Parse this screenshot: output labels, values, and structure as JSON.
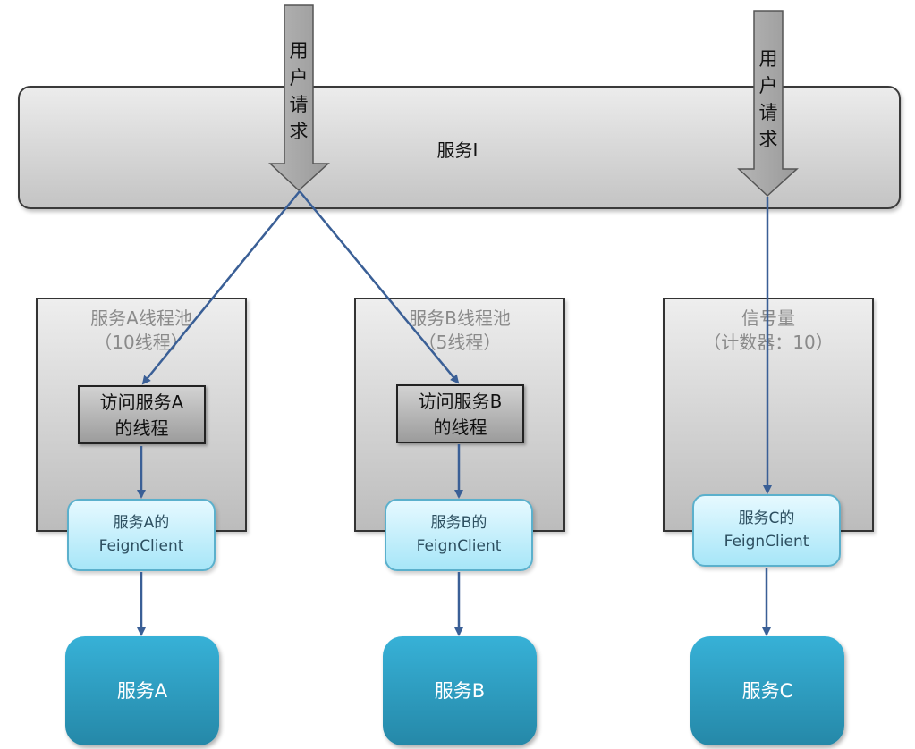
{
  "service_i": {
    "label": "服务I"
  },
  "user_requests": [
    {
      "label_chars": [
        "用",
        "户",
        "请",
        "求"
      ]
    },
    {
      "label_chars": [
        "用",
        "户",
        "请",
        "求"
      ]
    }
  ],
  "pools": [
    {
      "title_line1": "服务A线程池",
      "title_line2": "（10线程）",
      "thread_line1": "访问服务A",
      "thread_line2": "的线程"
    },
    {
      "title_line1": "服务B线程池",
      "title_line2": "（5线程）",
      "thread_line1": "访问服务B",
      "thread_line2": "的线程"
    },
    {
      "title_line1": "信号量",
      "title_line2": "（计数器：10）"
    }
  ],
  "feign_clients": [
    {
      "line1": "服务A的",
      "line2": "FeignClient"
    },
    {
      "line1": "服务B的",
      "line2": "FeignClient"
    },
    {
      "line1": "服务C的",
      "line2": "FeignClient"
    }
  ],
  "services": [
    {
      "label": "服务A"
    },
    {
      "label": "服务B"
    },
    {
      "label": "服务C"
    }
  ],
  "colors": {
    "connector": "#3a5f96",
    "service_fill": "#2f9fc4",
    "feign_fill": "#c6f0fb"
  }
}
